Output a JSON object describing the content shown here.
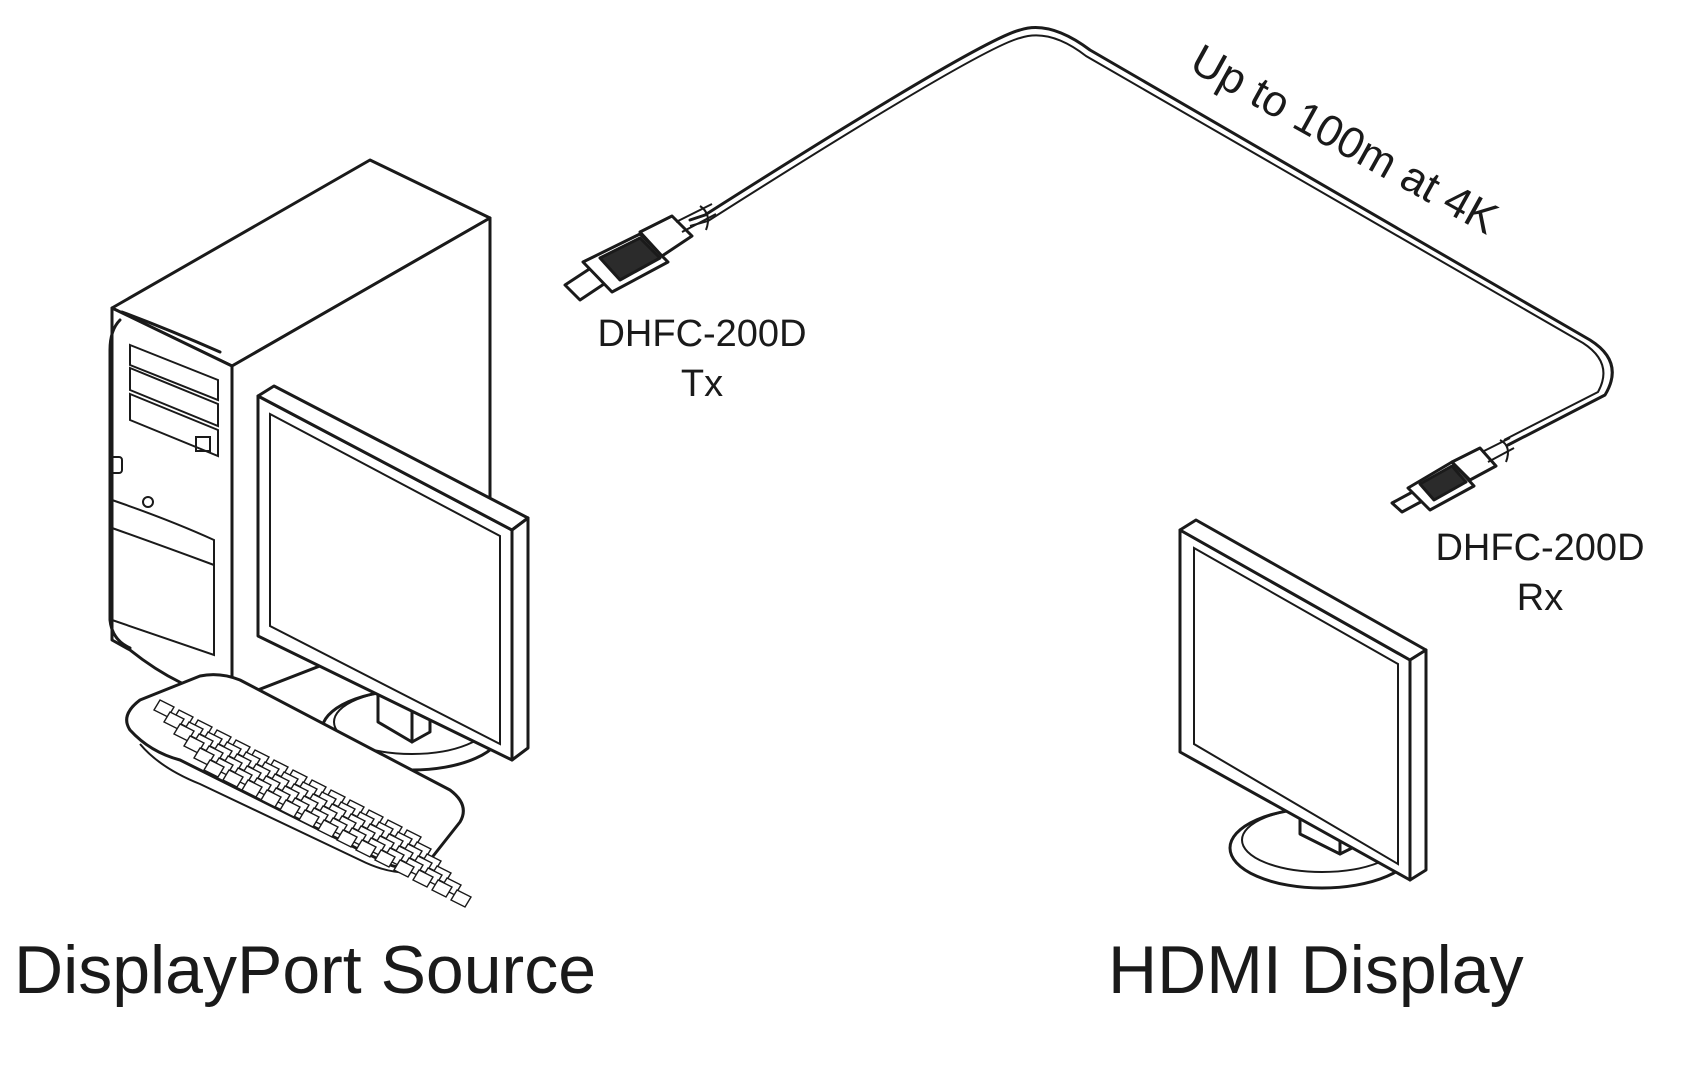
{
  "labels": {
    "cable_note": "Up to 100m at 4K",
    "tx_model": "DHFC-200D",
    "tx_role": "Tx",
    "rx_model": "DHFC-200D",
    "rx_role": "Rx",
    "source": "DisplayPort Source",
    "display": "HDMI Display"
  },
  "icons": {
    "source_group": [
      "computer-tower-icon",
      "monitor-icon",
      "keyboard-icon"
    ],
    "display_group": [
      "monitor-icon"
    ],
    "connectors": [
      "displayport-connector-icon",
      "hdmi-connector-icon"
    ],
    "cable": "fiber-cable-icon"
  }
}
